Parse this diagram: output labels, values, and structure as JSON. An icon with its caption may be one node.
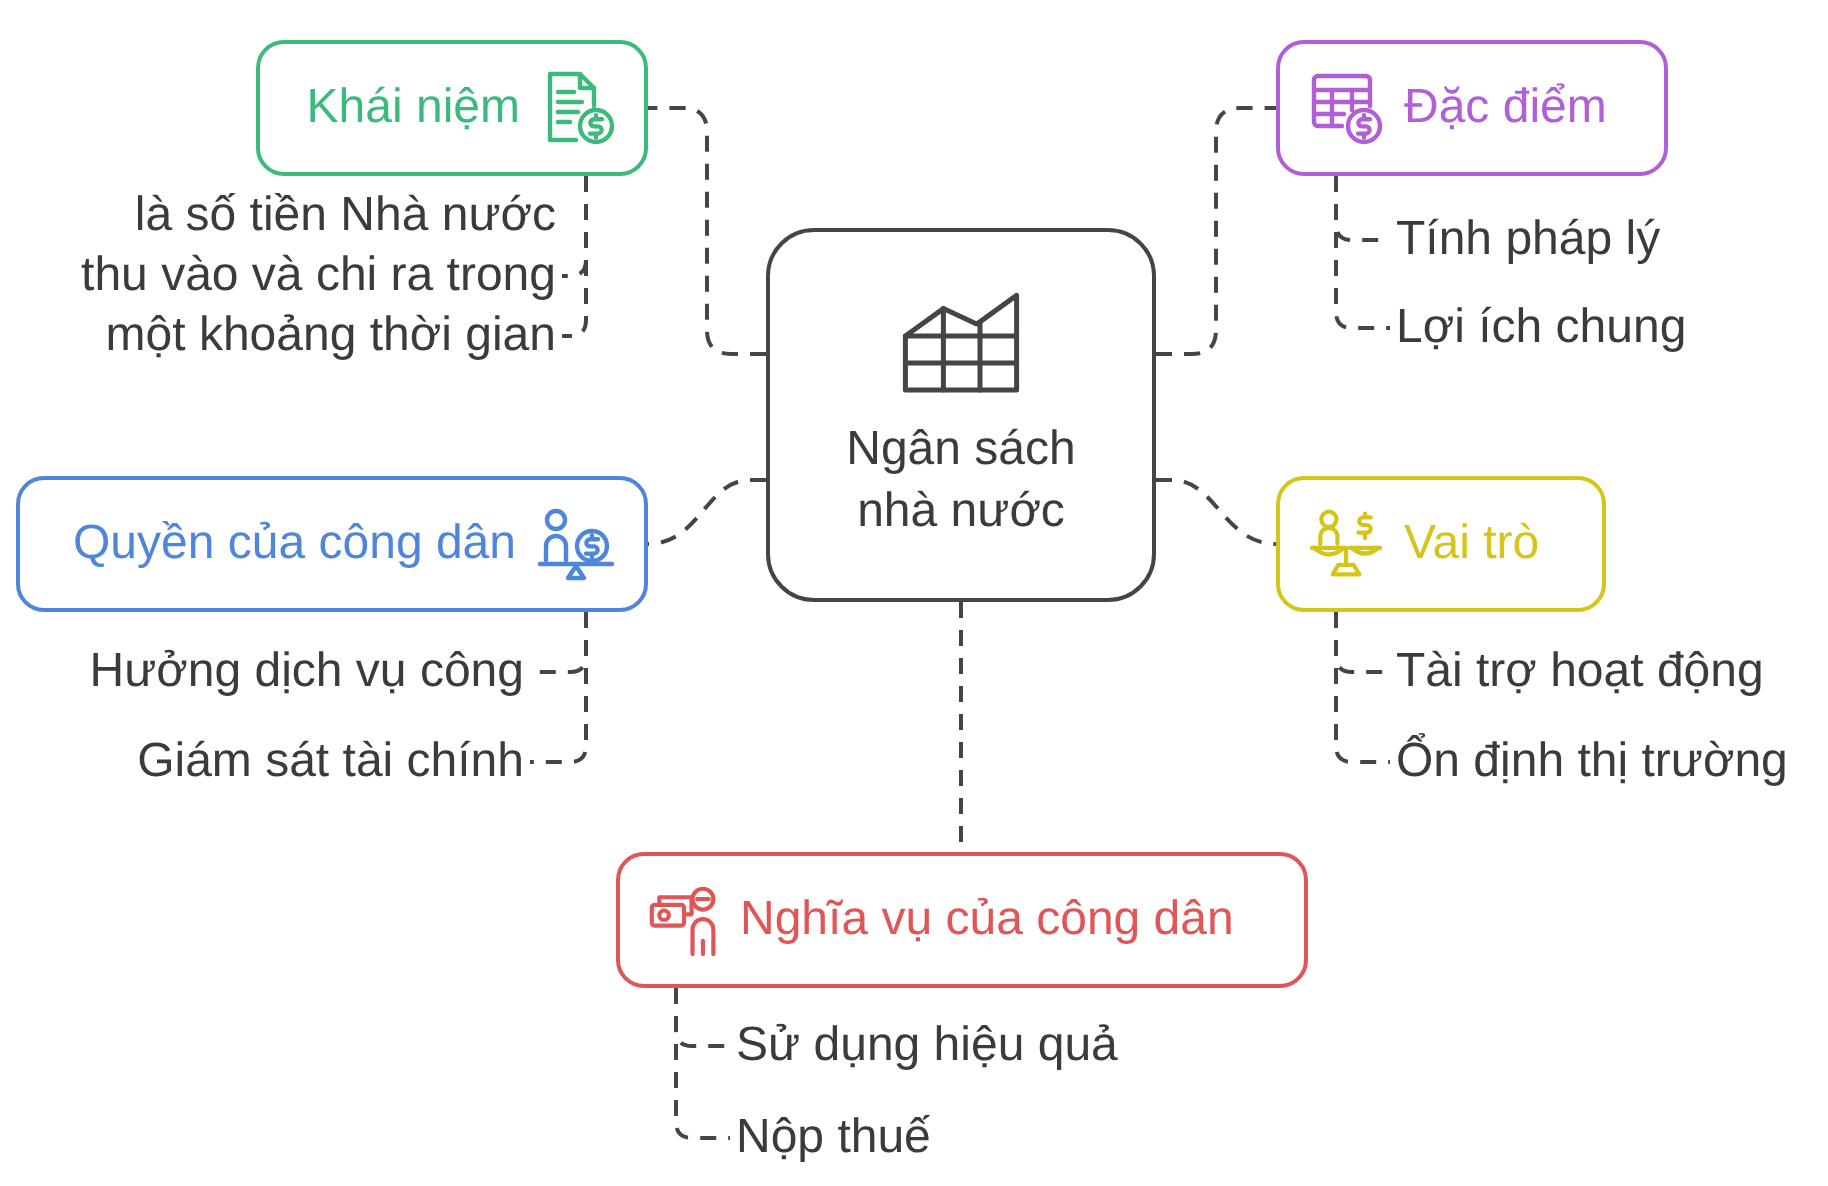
{
  "diagram": {
    "nodes": [
      {
        "text": [
          "Ngân sách nhà nước"
        ]
      },
      {
        "text": [
          "Khái niệm"
        ]
      },
      {
        "text": [
          "là số tiền Nhà nước thu vào và chi ra trong một khoảng thời gian"
        ]
      },
      {
        "text": [
          "Đặc điểm"
        ]
      },
      {
        "text": [
          "Tính pháp lý"
        ]
      },
      {
        "text": [
          "Lợi ích chung"
        ]
      },
      {
        "text": [
          "Quyền của công dân"
        ]
      },
      {
        "text": [
          "Hưởng dịch vụ công"
        ]
      },
      {
        "text": [
          "Giám sát tài chính"
        ]
      },
      {
        "text": [
          "Vai trò"
        ]
      },
      {
        "text": [
          "Tài trợ hoạt động"
        ]
      },
      {
        "text": [
          "Ổn định thị trường"
        ]
      },
      {
        "text": [
          "Nghĩa vụ của công dân"
        ]
      },
      {
        "text": [
          "Sử dụng hiệu quả"
        ]
      },
      {
        "text": [
          "Nộp thuế"
        ]
      }
    ],
    "edges": [
      {
        "from": 0,
        "to": 1,
        "arrow": "none",
        "style": "dashed"
      },
      {
        "from": 0,
        "to": 3,
        "arrow": "none",
        "style": "dashed"
      },
      {
        "from": 0,
        "to": 6,
        "arrow": "none",
        "style": "dashed"
      },
      {
        "from": 0,
        "to": 9,
        "arrow": "none",
        "style": "dashed"
      },
      {
        "from": 0,
        "to": 12,
        "arrow": "none",
        "style": "dashed"
      },
      {
        "from": 1,
        "to": 2,
        "arrow": "none",
        "style": "dashed"
      },
      {
        "from": 1,
        "to": 2,
        "arrow": "none",
        "style": "dashed"
      },
      {
        "from": 3,
        "to": 4,
        "arrow": "none",
        "style": "dashed"
      },
      {
        "from": 3,
        "to": 5,
        "arrow": "none",
        "style": "dashed"
      },
      {
        "from": 6,
        "to": 7,
        "arrow": "none",
        "style": "dashed"
      },
      {
        "from": 6,
        "to": 8,
        "arrow": "none",
        "style": "dashed"
      },
      {
        "from": 9,
        "to": 10,
        "arrow": "none",
        "style": "dashed"
      },
      {
        "from": 9,
        "to": 11,
        "arrow": "none",
        "style": "dashed"
      },
      {
        "from": 12,
        "to": 13,
        "arrow": "none",
        "style": "dashed"
      },
      {
        "from": 12,
        "to": 14,
        "arrow": "none",
        "style": "dashed"
      }
    ]
  }
}
